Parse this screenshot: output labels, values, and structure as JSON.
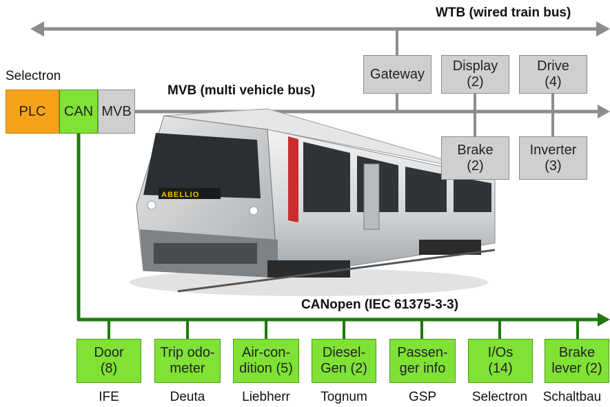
{
  "buses": {
    "wtb": "WTB (wired train bus)",
    "mvb": "MVB (multi vehicle bus)",
    "canopen": "CANopen (IEC 61375-3-3)"
  },
  "selectron": {
    "title": "Selectron",
    "plc": "PLC",
    "can": "CAN",
    "mvb": "MVB"
  },
  "mvb_devices": {
    "gateway": "Gateway",
    "display": "Display\n(2)",
    "drive": "Drive\n(4)",
    "brake": "Brake\n(2)",
    "inverter": "Inverter\n(3)"
  },
  "train": {
    "destination": "ABELLIO"
  },
  "can_devices": [
    {
      "label": "Door\n(8)",
      "vendor": "IFE"
    },
    {
      "label": "Trip odo-\nmeter",
      "vendor": "Deuta"
    },
    {
      "label": "Air-con-\ndition (5)",
      "vendor": "Liebherr"
    },
    {
      "label": "Diesel-\nGen (2)",
      "vendor": "Tognum"
    },
    {
      "label": "Passen-\nger info",
      "vendor": "GSP"
    },
    {
      "label": "I/Os\n(14)",
      "vendor": "Selectron"
    },
    {
      "label": "Brake\nlever (2)",
      "vendor": "Schaltbau"
    }
  ],
  "colors": {
    "bus_gray": "#8c8c8c",
    "can_green": "#1e7a0e",
    "device_green": "#7fe235",
    "device_gray": "#cfcfcf",
    "plc_orange": "#f7a21b"
  }
}
